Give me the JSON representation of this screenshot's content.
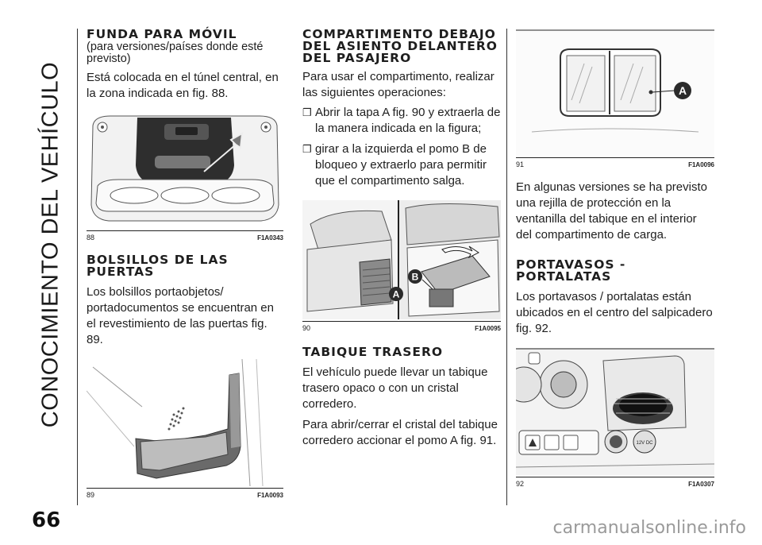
{
  "page": {
    "side_title": "CONOCIMIENTO DEL VEHÍCULO",
    "number": "66",
    "watermark": "carmanualsonline.info"
  },
  "col1": {
    "s1_title": "FUNDA PARA MÓVIL",
    "s1_subtitle": "(para versiones/países donde esté previsto)",
    "s1_body": "Está colocada en el túnel central, en la zona indicada en fig. 88.",
    "fig88": {
      "num": "88",
      "code": "F1A0343"
    },
    "s2_title": "BOLSILLOS DE LAS PUERTAS",
    "s2_body": "Los bolsillos portaobjetos/ portadocumentos se encuentran en el revestimiento de las puertas fig. 89.",
    "fig89": {
      "num": "89",
      "code": "F1A0093"
    }
  },
  "col2": {
    "s1_title": "COMPARTIMENTO DEBAJO DEL ASIENTO DELANTERO DEL PASAJERO",
    "s1_body": "Para usar el compartimento, realizar las siguientes operaciones:",
    "bullet_mark": "❒",
    "bullets": [
      "Abrir la tapa A fig. 90 y extraerla de la manera indicada en la figura;",
      "girar a la izquierda el pomo B de bloqueo y extraerlo para permitir que el compartimento salga."
    ],
    "fig90": {
      "num": "90",
      "code": "F1A0095",
      "label_a": "A",
      "label_b": "B"
    },
    "s2_title": "TABIQUE TRASERO",
    "s2_body1": "El vehículo puede llevar un tabique trasero opaco o con un cristal corredero.",
    "s2_body2": "Para abrir/cerrar el cristal del tabique corredero accionar el pomo A fig. 91."
  },
  "col3": {
    "fig91": {
      "num": "91",
      "code": "F1A0096",
      "label_a": "A"
    },
    "s1_body": "En algunas versiones se ha previsto una rejilla de protección en la ventanilla del tabique en el interior del compartimento de carga.",
    "s2_title": "PORTAVASOS - PORTALATAS",
    "s2_body": "Los portavasos / portalatas están ubicados en el centro del salpicadero fig. 92.",
    "fig92": {
      "num": "92",
      "code": "F1A0307",
      "socket_text": "12V DC"
    }
  },
  "colors": {
    "label_badge": "#2b2b2b",
    "rule": "#333333",
    "watermark": "#9a9a9a"
  }
}
